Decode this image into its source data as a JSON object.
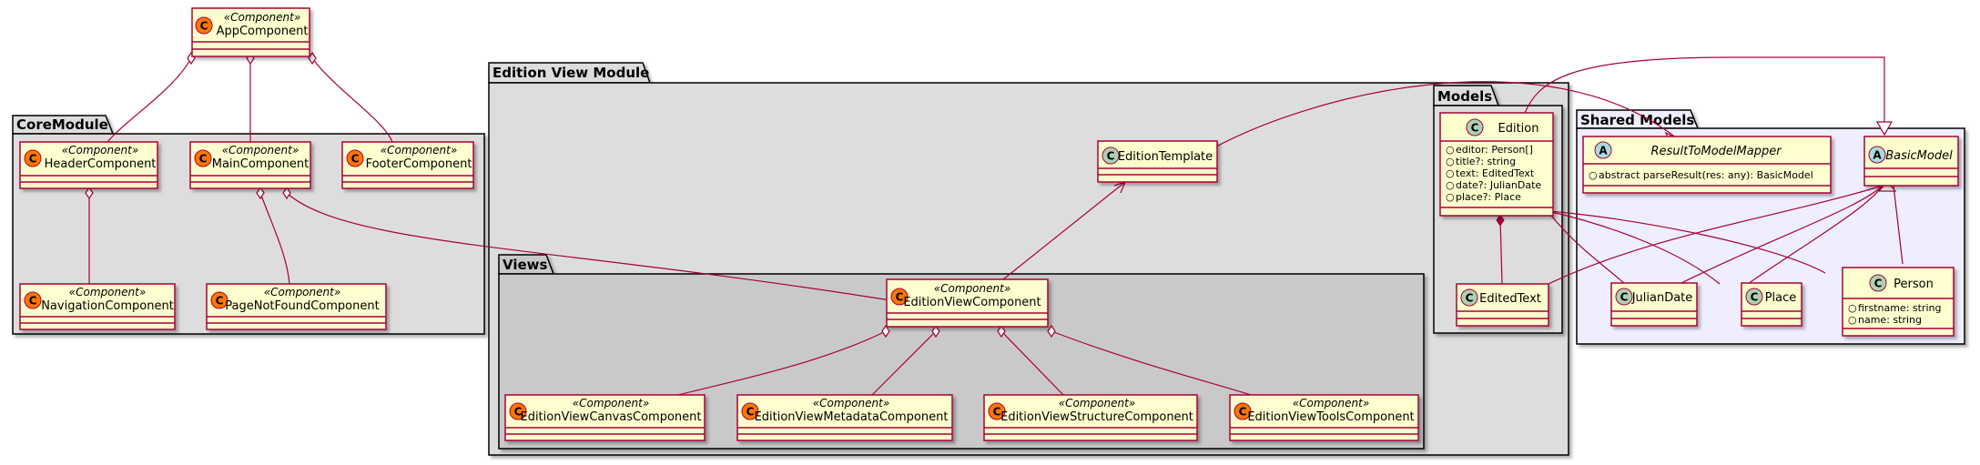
{
  "packages": {
    "core": "CoreModule",
    "edition_view": "Edition View Module",
    "models": "Models",
    "views": "Views",
    "shared": "Shared Models"
  },
  "stereotype_component": "«Component»",
  "classes": {
    "app": "AppComponent",
    "header": "HeaderComponent",
    "main": "MainComponent",
    "footer": "FooterComponent",
    "navigation": "NavigationComponent",
    "pagenotfound": "PageNotFoundComponent",
    "edition_template": "EditionTemplate",
    "edition_view": "EditionViewComponent",
    "canvas": "EditionViewCanvasComponent",
    "metadata": "EditionViewMetadataComponent",
    "structure": "EditionViewStructureComponent",
    "tools": "EditionViewToolsComponent",
    "edition": "Edition",
    "edited_text": "EditedText",
    "mapper": "ResultToModelMapper",
    "basic_model": "BasicModel",
    "julian_date": "JulianDate",
    "place": "Place",
    "person": "Person"
  },
  "attributes": {
    "edition": [
      "editor: Person[]",
      "title?: string",
      "text: EditedText",
      "date?: JulianDate",
      "place?: Place"
    ],
    "mapper": [
      "abstract parseResult(res: any): BasicModel"
    ],
    "person": [
      "firstname: string",
      "name: string"
    ]
  },
  "spot_letters": {
    "component": "C",
    "class": "C",
    "abstract": "A"
  },
  "colors": {
    "class_fill": "#FEFECE",
    "class_border": "#A80036",
    "component_spot": "#FF7700",
    "class_spot": "#ADD1B2",
    "abstract_spot": "#A9DCDF",
    "pkg_core": "#DDDDDD",
    "pkg_views": "#C9C9C9",
    "pkg_shared": "#EEEEFF"
  }
}
